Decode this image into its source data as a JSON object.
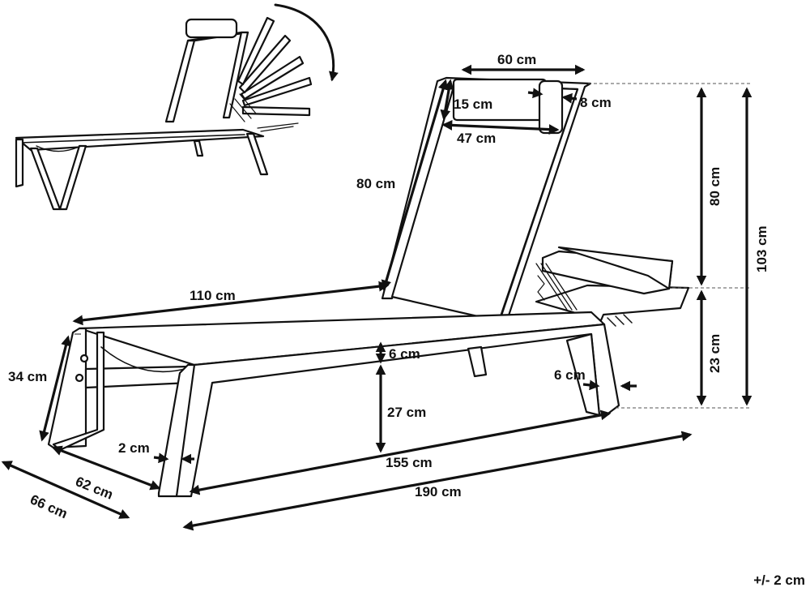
{
  "labels": {
    "headrest_width": "60 cm",
    "headrest_height": "15 cm",
    "headrest_thickness": "8 cm",
    "headrest_inner": "47 cm",
    "backrest": "80 cm",
    "seat_length": "110 cm",
    "leg_height": "34 cm",
    "frame_thickness": "6 cm",
    "seat_height": "27 cm",
    "leg_width": "2 cm",
    "rear_leg": "6 cm",
    "inner_width": "62 cm",
    "outer_width": "66 cm",
    "base_length": "155 cm",
    "total_length": "190 cm",
    "height_back": "80 cm",
    "height_total": "103 cm",
    "height_lower": "23 cm"
  },
  "tolerance": "+/- 2 cm",
  "icons": {
    "rotate": "rotate-arrow-icon"
  }
}
